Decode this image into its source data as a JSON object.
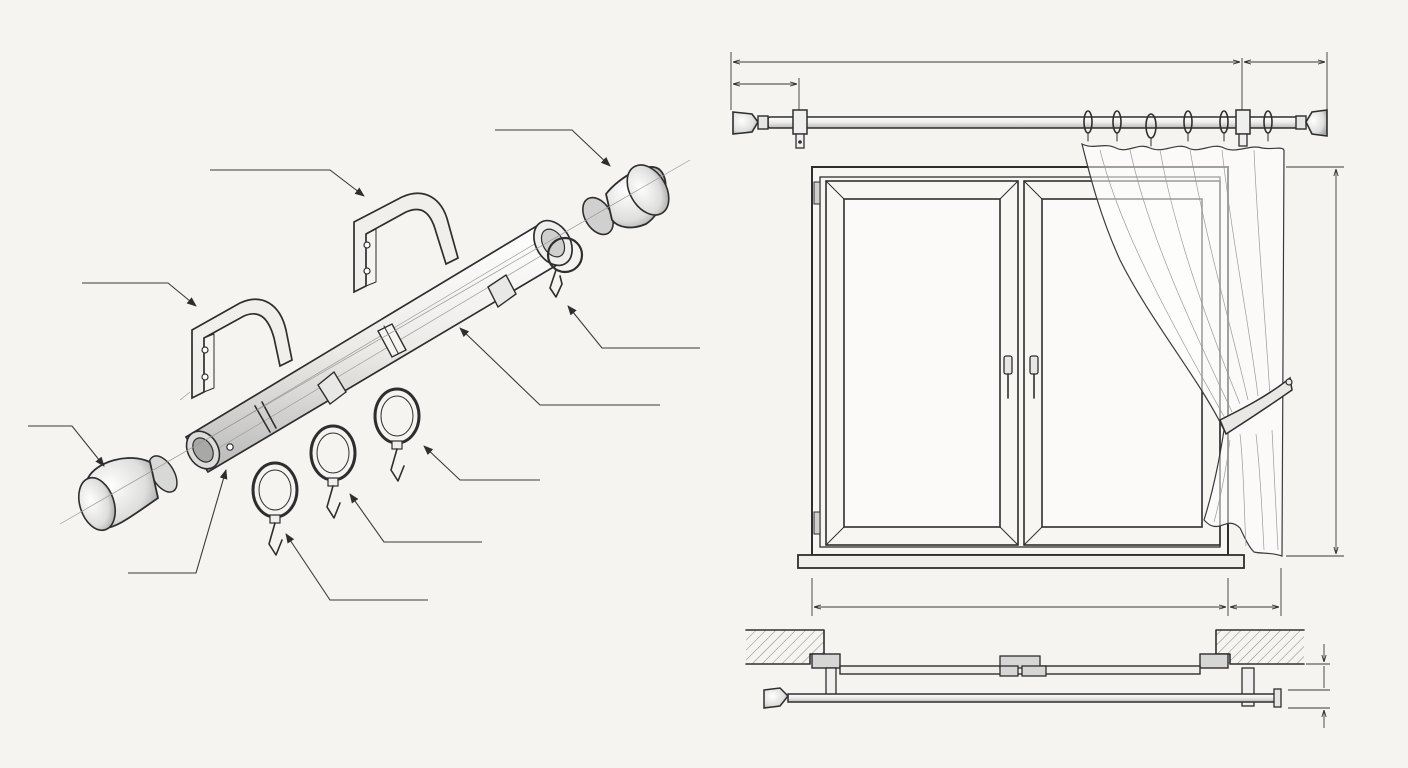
{
  "figure": {
    "left_panel": "exploded-view",
    "right_panel": "installation-elevation-and-plan"
  },
  "callouts": [
    {
      "id": "right-finial"
    },
    {
      "id": "right-bracket"
    },
    {
      "id": "left-bracket"
    },
    {
      "id": "left-finial"
    },
    {
      "id": "rod-end-hook"
    },
    {
      "id": "rod-tube"
    },
    {
      "id": "rod-joint"
    },
    {
      "id": "ring-hook-1"
    },
    {
      "id": "ring-hook-2"
    },
    {
      "id": "ring-hook-3"
    }
  ],
  "dimensions": [
    {
      "id": "rod-overall-length"
    },
    {
      "id": "bracket-offset"
    },
    {
      "id": "rod-overhang-right"
    },
    {
      "id": "curtain-drop"
    },
    {
      "id": "window-width"
    },
    {
      "id": "wall-overhang"
    },
    {
      "id": "rod-projection"
    }
  ],
  "icons": [
    "arrow-head-icon",
    "finial-icon",
    "bracket-icon",
    "ring-icon",
    "hook-icon",
    "window-handle-icon"
  ]
}
